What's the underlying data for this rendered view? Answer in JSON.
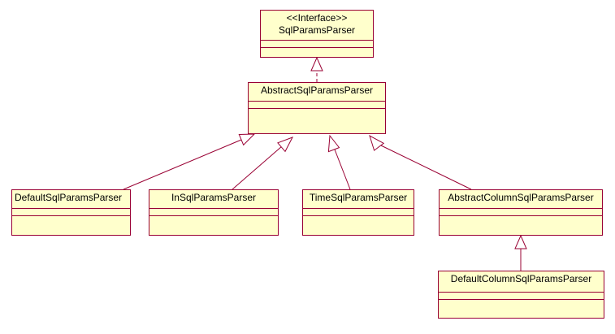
{
  "colors": {
    "box_fill": "#ffffcc",
    "line": "#990033",
    "text": "#000000",
    "background": "#ffffff"
  },
  "classes": {
    "sql_params_parser": {
      "stereotype": "<<Interface>>",
      "name": "SqlParamsParser"
    },
    "abstract_sql_params_parser": {
      "name": "AbstractSqlParamsParser"
    },
    "default_sql_params_parser": {
      "name": "DefaultSqlParamsParser"
    },
    "in_sql_params_parser": {
      "name": "InSqlParamsParser"
    },
    "time_sql_params_parser": {
      "name": "TimeSqlParamsParser"
    },
    "abstract_column_sql_params_parser": {
      "name": "AbstractColumnSqlParamsParser"
    },
    "default_column_sql_params_parser": {
      "name": "DefaultColumnSqlParamsParser"
    }
  },
  "relationships": [
    {
      "type": "realization",
      "from": "AbstractSqlParamsParser",
      "to": "SqlParamsParser"
    },
    {
      "type": "generalization",
      "from": "DefaultSqlParamsParser",
      "to": "AbstractSqlParamsParser"
    },
    {
      "type": "generalization",
      "from": "InSqlParamsParser",
      "to": "AbstractSqlParamsParser"
    },
    {
      "type": "generalization",
      "from": "TimeSqlParamsParser",
      "to": "AbstractSqlParamsParser"
    },
    {
      "type": "generalization",
      "from": "AbstractColumnSqlParamsParser",
      "to": "AbstractSqlParamsParser"
    },
    {
      "type": "generalization",
      "from": "DefaultColumnSqlParamsParser",
      "to": "AbstractColumnSqlParamsParser"
    }
  ]
}
